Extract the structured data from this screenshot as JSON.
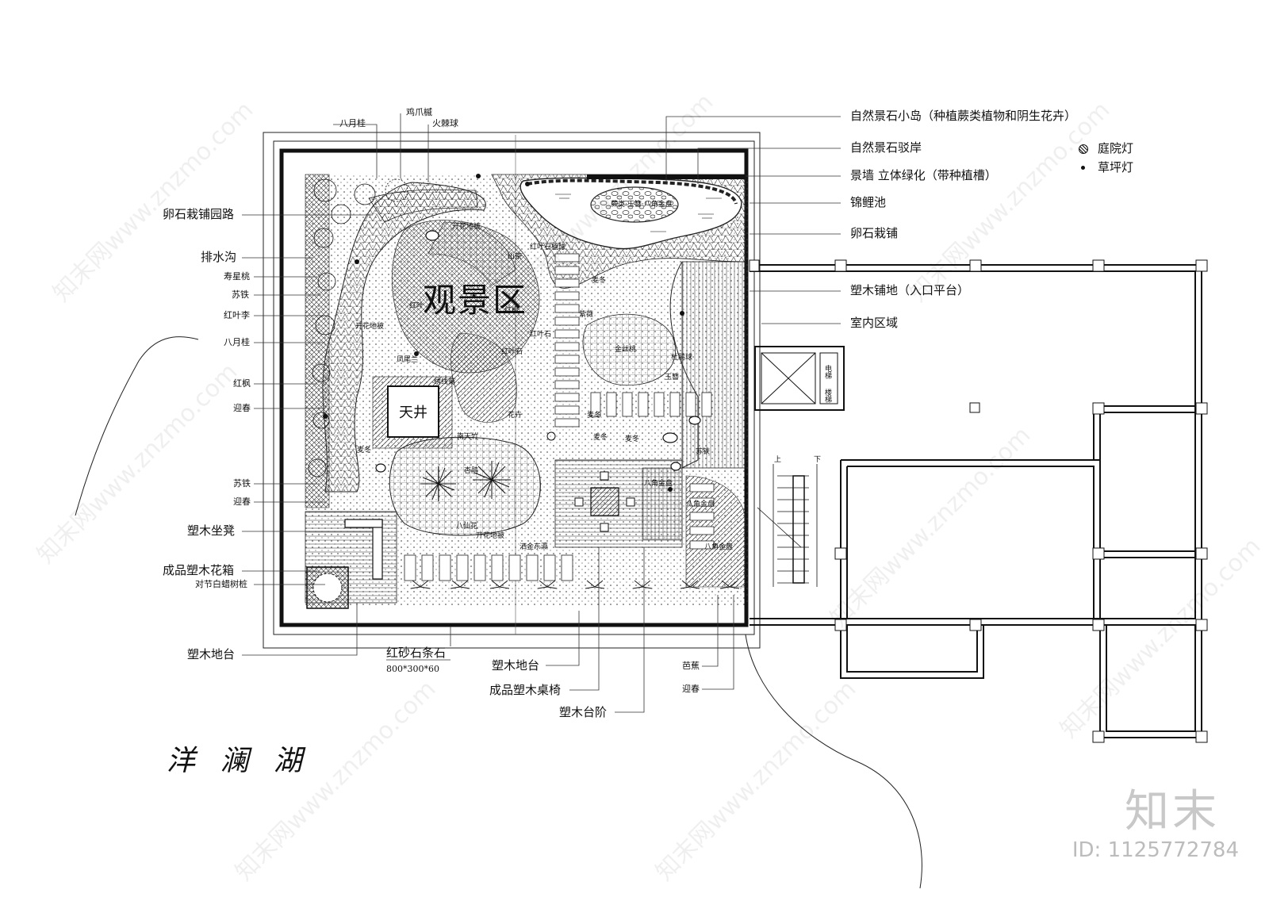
{
  "lake_name": "洋 澜 湖",
  "zone_title": "观景区",
  "tianjing": "天井",
  "brand": "知末",
  "id_tag": "ID: 1125772784",
  "watermark": "知末网www.znzmo.com",
  "legend": {
    "courtyard_lamp": "庭院灯",
    "lawn_lamp": "草坪灯"
  },
  "right_labels": [
    "自然景石小岛（种植蕨类植物和阴生花卉）",
    "自然景石驳岸",
    "景墙   立体绿化（带种植槽）",
    "锦鲤池",
    "卵石栽铺",
    "塑木铺地（入口平台）",
    "室内区域"
  ],
  "left_labels": [
    "卵石栽铺园路",
    "排水沟",
    "寿星桃",
    "苏铁",
    "红叶李",
    "八月桂",
    "红枫",
    "迎春",
    "苏铁",
    "迎春",
    "塑木坐凳",
    "成品塑木花箱",
    "对节白蜡树桩",
    "塑木地台"
  ],
  "top_labels": {
    "bayuegui": "八月桂",
    "jizhuaqi": "鸡爪槭",
    "huojiqiu": "火棘球"
  },
  "bottom_labels": {
    "hongshashi": "红砂石条石",
    "hongshashi_size": "800*300*60",
    "sumu_ditai": "塑木地台",
    "zhuoyi": "成品塑木桌椅",
    "taijie": "塑木台阶",
    "bajiao": "芭蕉",
    "yingchun": "迎春"
  },
  "inner_labels": [
    "开花地被",
    "山茶",
    "红叶石楠球",
    "红叶",
    "开花地被",
    "红叶石",
    "凤尾兰",
    "绣线菊",
    "麦冬",
    "南天竹",
    "杏鹃",
    "八仙花",
    "开花地被",
    "紫薇",
    "红叶石",
    "金丝桃",
    "麦冬",
    "八角金盘",
    "麦冬",
    "麦冬",
    "苏铁",
    "玉簪",
    "杜鹃球",
    "洒金东瀛",
    "八角金盘",
    "八角金盘",
    "麦冬",
    "蕨类·玉簪·八角金盘",
    "红枫",
    "花卉"
  ],
  "stair_labels": {
    "up": "上",
    "down": "下"
  },
  "room_labels": [
    "电梯",
    "楼梯"
  ]
}
